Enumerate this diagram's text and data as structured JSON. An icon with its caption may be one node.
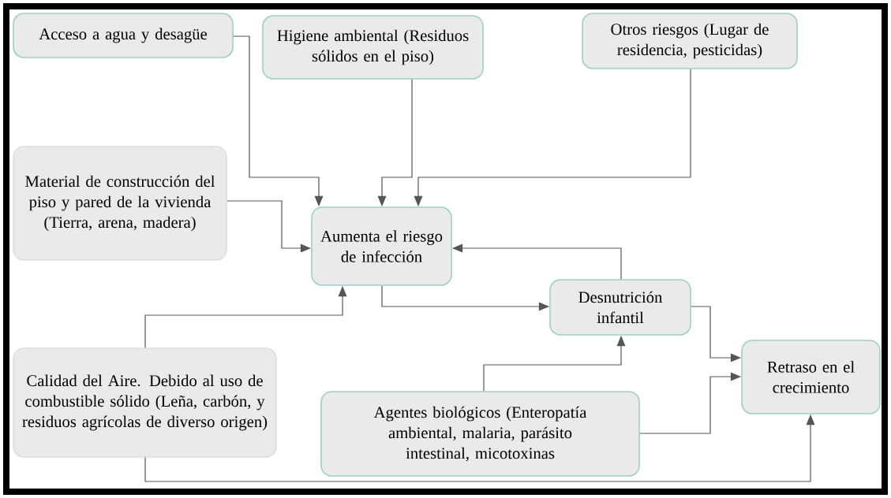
{
  "diagram": {
    "nodes": [
      {
        "text": [
          "Acceso a agua y desagüe"
        ]
      },
      {
        "text": [
          "Higiene ambiental (Residuos sólidos en el piso)"
        ]
      },
      {
        "text": [
          "Otros riesgos (Lugar de residencia, pesticidas)"
        ]
      },
      {
        "text": [
          "Material de construcción del piso y pared de la vivienda (Tierra, arena, madera)"
        ]
      },
      {
        "text": [
          "Aumenta el riesgo de infección"
        ]
      },
      {
        "text": [
          "Desnutrición infantil"
        ]
      },
      {
        "text": [
          "Calidad del Aire. Debido al uso de combustible sólido (Leña, carbón, y residuos agrícolas de diverso origen)"
        ]
      },
      {
        "text": [
          "Agentes biológicos (Enteropatía ambiental, malaria, parásito intestinal, micotoxinas"
        ]
      },
      {
        "text": [
          "Retraso en el crecimiento"
        ]
      }
    ],
    "edges": [
      {
        "from": 0,
        "to": 4,
        "arrow": "to"
      },
      {
        "from": 1,
        "to": 4,
        "arrow": "to"
      },
      {
        "from": 2,
        "to": 4,
        "arrow": "to"
      },
      {
        "from": 3,
        "to": 4,
        "arrow": "to"
      },
      {
        "from": 4,
        "to": 5,
        "arrow": "to"
      },
      {
        "from": 5,
        "to": 4,
        "arrow": "to"
      },
      {
        "from": 6,
        "to": 4,
        "arrow": "to"
      },
      {
        "from": 6,
        "to": 8,
        "arrow": "to"
      },
      {
        "from": 7,
        "to": 5,
        "arrow": "to"
      },
      {
        "from": 5,
        "to": 8,
        "arrow": "to"
      },
      {
        "from": 7,
        "to": 8,
        "arrow": "to"
      }
    ]
  }
}
